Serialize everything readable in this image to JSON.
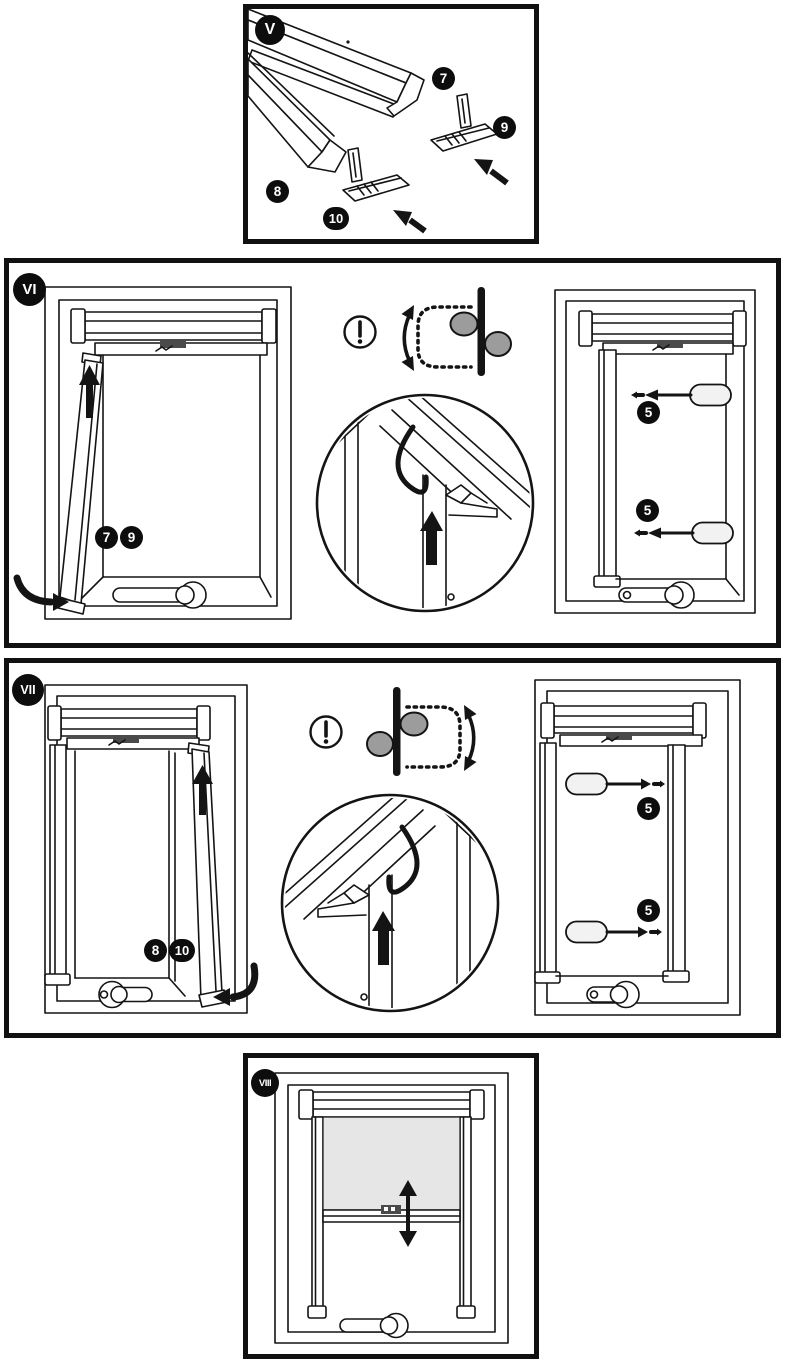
{
  "figure": {
    "type": "installation-instructions",
    "subject": "Skylight roller blind side-rail mounting steps",
    "steps": {
      "v": {
        "label": "V",
        "rail_top_part": "7",
        "rail_bottom_part": "8",
        "cap_right_part": "9",
        "cap_left_part": "10"
      },
      "vi": {
        "label": "VI",
        "part_left": "7",
        "part_right": "9",
        "screw_upper": "5",
        "screw_lower": "5"
      },
      "vii": {
        "label": "VII",
        "part_left": "8",
        "part_right": "10",
        "screw_upper": "5",
        "screw_lower": "5"
      },
      "viii": {
        "label": "VIII"
      }
    },
    "icons": {
      "warning": "circled-exclamation",
      "swing": "curved-double-arrow",
      "insert": "solid-up-arrow",
      "slide": "vertical-double-arrow"
    },
    "colors": {
      "line": "#141414",
      "badge_bg": "#0d0d0d",
      "badge_text": "#ffffff",
      "shade_fill": "#e6e6e6",
      "clip_gray": "#9c9c9c",
      "tool_fill": "#f2f2f2"
    }
  }
}
